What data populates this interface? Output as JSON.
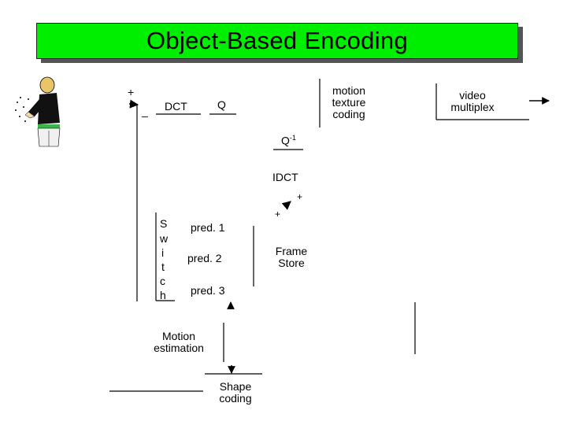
{
  "title": "Object-Based Encoding",
  "labels": {
    "dct": "DCT",
    "q": "Q",
    "q_inverse": "Q",
    "q_inverse_sup": "-1",
    "idct": "IDCT",
    "motion_texture_line1": "motion",
    "motion_texture_line2": "texture",
    "motion_texture_line3": "coding",
    "video_mux_line1": "video",
    "video_mux_line2": "multiplex",
    "switch_letters": [
      "S",
      "w",
      "i",
      "t",
      "c",
      "h"
    ],
    "pred1": "pred. 1",
    "pred2": "pred. 2",
    "pred3": "pred. 3",
    "frame_store_line1": "Frame",
    "frame_store_line2": "Store",
    "motion_est_line1": "Motion",
    "motion_est_line2": "estimation",
    "shape_coding_line1": "Shape",
    "shape_coding_line2": "coding",
    "plus_top": "+",
    "minus_top": "_",
    "plus_adder_a": "+",
    "plus_adder_b": "+"
  },
  "colors": {
    "title_fill": "#00ee00",
    "title_shadow": "#555555",
    "ink": "#000000"
  },
  "icons": {
    "presenter": "presenter-figure-icon"
  }
}
